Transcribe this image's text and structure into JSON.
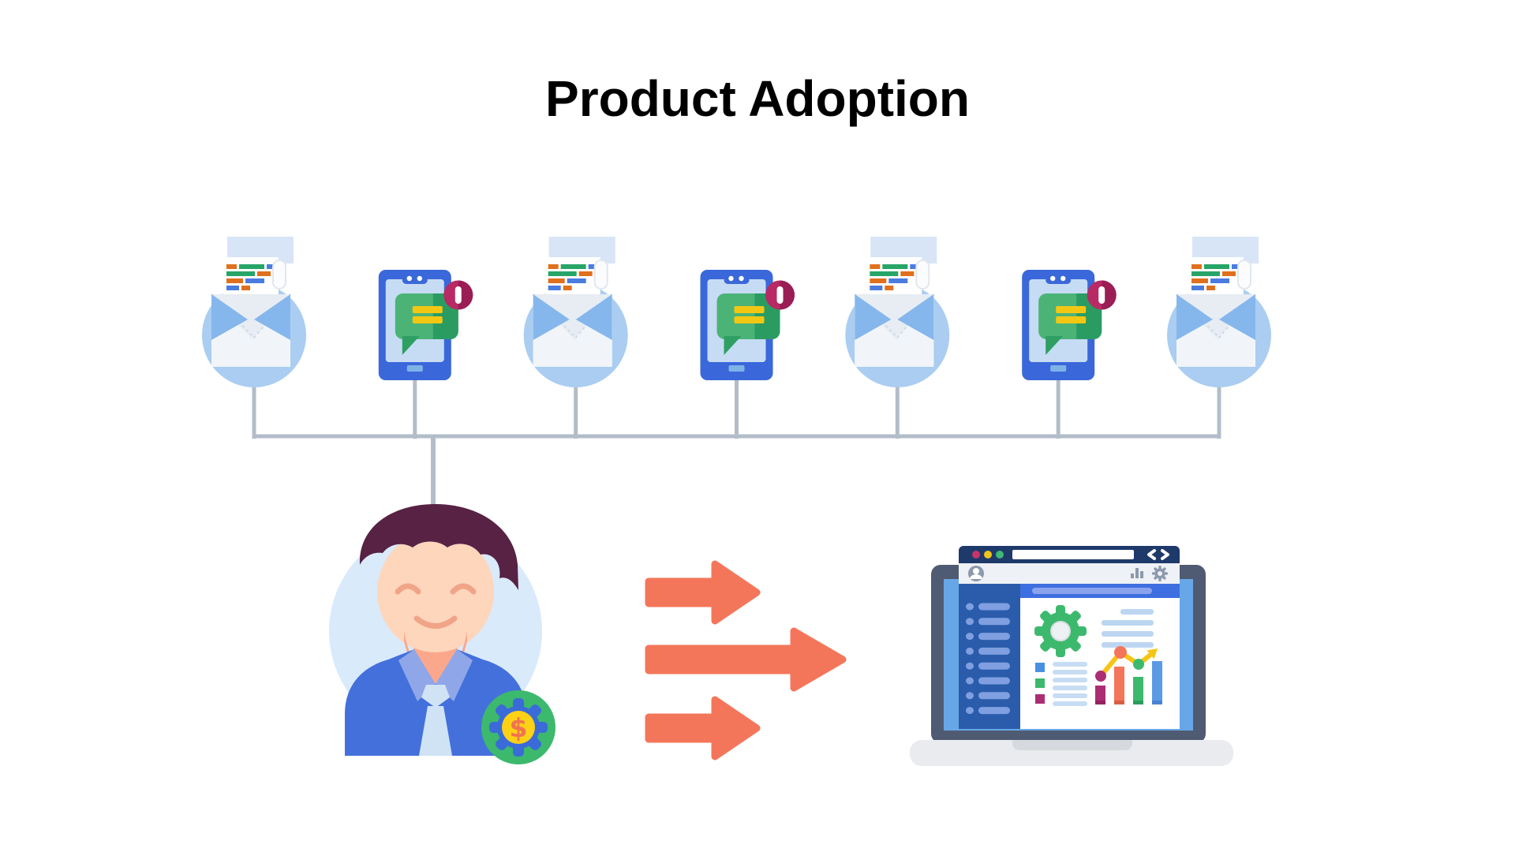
{
  "title": "Product Adoption",
  "person": {
    "badge_symbol": "$"
  },
  "timeline": {
    "channels": [
      {
        "kind": "email-document"
      },
      {
        "kind": "phone-chat"
      },
      {
        "kind": "email-document"
      },
      {
        "kind": "phone-chat"
      },
      {
        "kind": "email-document"
      },
      {
        "kind": "phone-chat"
      },
      {
        "kind": "email-document"
      }
    ]
  },
  "icons": {
    "email_channel": "open-envelope-with-code-document",
    "phone_channel": "smartphone-with-chat-notification",
    "person": "customer-with-dollar-gear-badge",
    "arrows": "three-right-arrows",
    "laptop": "laptop-analytics-dashboard",
    "browser_toolbar": [
      "user-avatar",
      "bar-chart",
      "settings-gear"
    ],
    "browser_titlebar": "code-brackets"
  },
  "palette": {
    "connector_gray": "#b3bdc9",
    "circle_light_blue": "#aacdf1",
    "phone_blue": "#3a68da",
    "bubble_green": "#4cb377",
    "bubble_green_dark": "#2a9c62",
    "notification_crimson": "#b72a64",
    "code_orange": "#e0701d",
    "code_green": "#27a568",
    "code_blue": "#4a7ce0",
    "arrow_coral": "#f4765a",
    "hair_plum": "#572244",
    "skin": "#fdd6bc",
    "jacket_blue": "#4470dc",
    "badge_green": "#3cb96d",
    "coin_yellow": "#fdd116",
    "browser_navy": "#1e3a6b",
    "sidebar_blue": "#2a5cab",
    "chart_magenta": "#ad2d74",
    "trend_yellow": "#f5c515"
  }
}
